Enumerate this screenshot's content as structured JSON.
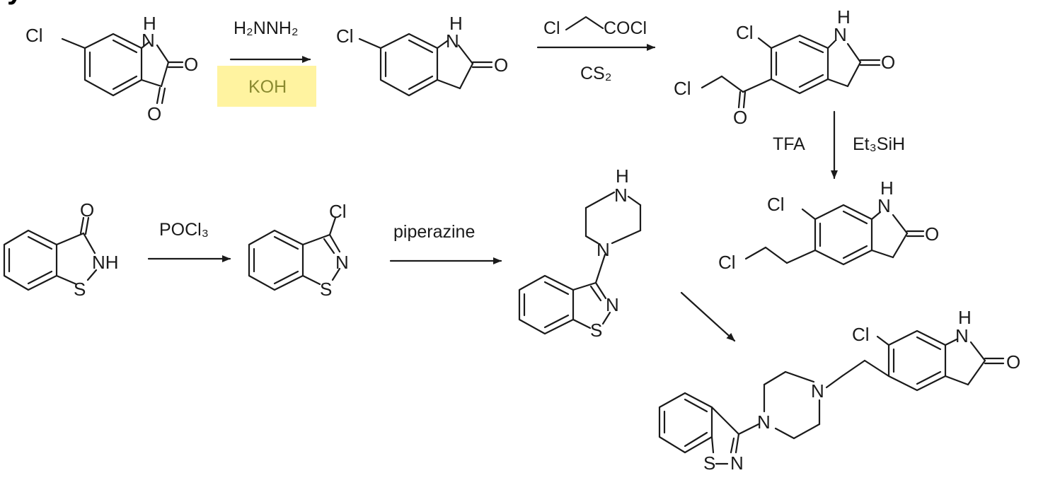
{
  "title_partial": "ynthesis",
  "atoms": {
    "cl": "Cl",
    "n": "N",
    "h": "H",
    "o": "O",
    "s": "S",
    "nh": "NH"
  },
  "reagents": {
    "step1_top": "H₂NNH₂",
    "step1_bottom": "KOH",
    "step2_top": "Cl⁀COCl",
    "step2_top_cl": "Cl",
    "step2_top_cocl": "COCl",
    "step2_bottom": "CS₂",
    "step3_left": "TFA",
    "step3_right": "Et₃SiH",
    "step4": "POCl₃",
    "step5": "piperazine"
  },
  "colors": {
    "highlight": "#fff3a0",
    "highlight_text": "#8a8a30",
    "ink": "#1a1a1a"
  }
}
